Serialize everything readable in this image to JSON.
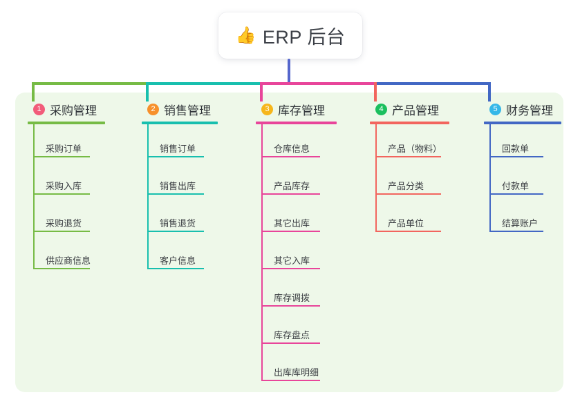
{
  "root": {
    "emoji": "👍",
    "icon_name": "thumbs-up-icon",
    "label": "ERP 后台"
  },
  "colors": {
    "panel_background": "#eef8e9",
    "page_background": "#ffffff",
    "root_stem": "#5566cc",
    "text": "#3a3d42"
  },
  "branches": [
    {
      "number": "1",
      "title": "采购管理",
      "line_color": "#76bb45",
      "badge_color": "#f25c7a",
      "head_rule_width": 112,
      "child_rule_width": 82,
      "children": [
        {
          "label": "采购订单"
        },
        {
          "label": "采购入库"
        },
        {
          "label": "采购退货"
        },
        {
          "label": "供应商信息"
        }
      ]
    },
    {
      "number": "2",
      "title": "销售管理",
      "line_color": "#18bfae",
      "badge_color": "#f7902b",
      "head_rule_width": 110,
      "child_rule_width": 82,
      "children": [
        {
          "label": "销售订单"
        },
        {
          "label": "销售出库"
        },
        {
          "label": "销售退货"
        },
        {
          "label": "客户信息"
        }
      ]
    },
    {
      "number": "3",
      "title": "库存管理",
      "line_color": "#e8459a",
      "badge_color": "#f6b61c",
      "head_rule_width": 117,
      "child_rule_width": 85,
      "children": [
        {
          "label": "仓库信息"
        },
        {
          "label": "产品库存"
        },
        {
          "label": "其它出库"
        },
        {
          "label": "其它入库"
        },
        {
          "label": "库存调拨"
        },
        {
          "label": "库存盘点"
        },
        {
          "label": "出库库明细"
        }
      ]
    },
    {
      "number": "4",
      "title": "产品管理",
      "line_color": "#f2655e",
      "badge_color": "#1bbf5e",
      "head_rule_width": 115,
      "child_rule_width": 95,
      "children": [
        {
          "label": "产品（物料）"
        },
        {
          "label": "产品分类"
        },
        {
          "label": "产品单位"
        }
      ]
    },
    {
      "number": "5",
      "title": "财务管理",
      "line_color": "#4267c4",
      "badge_color": "#35b7e8",
      "head_rule_width": 112,
      "child_rule_width": 78,
      "children": [
        {
          "label": "回款单"
        },
        {
          "label": "付款单"
        },
        {
          "label": "结算账户"
        }
      ]
    }
  ]
}
